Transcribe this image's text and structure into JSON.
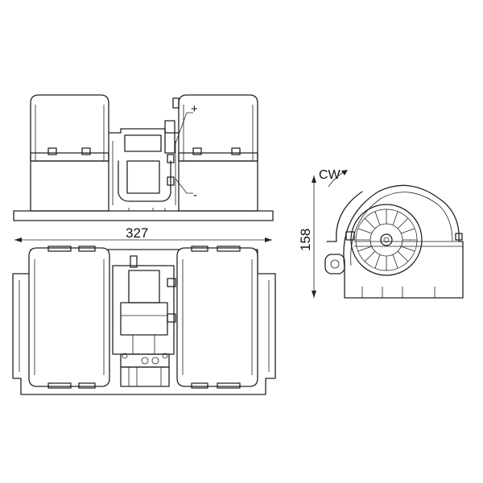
{
  "drawing": {
    "labels": {
      "plus": "+",
      "minus": "-",
      "width_dimension": "327",
      "height_dimension": "158",
      "rotation": "CW"
    },
    "colors": {
      "line": "#222222",
      "background": "#ffffff"
    }
  }
}
